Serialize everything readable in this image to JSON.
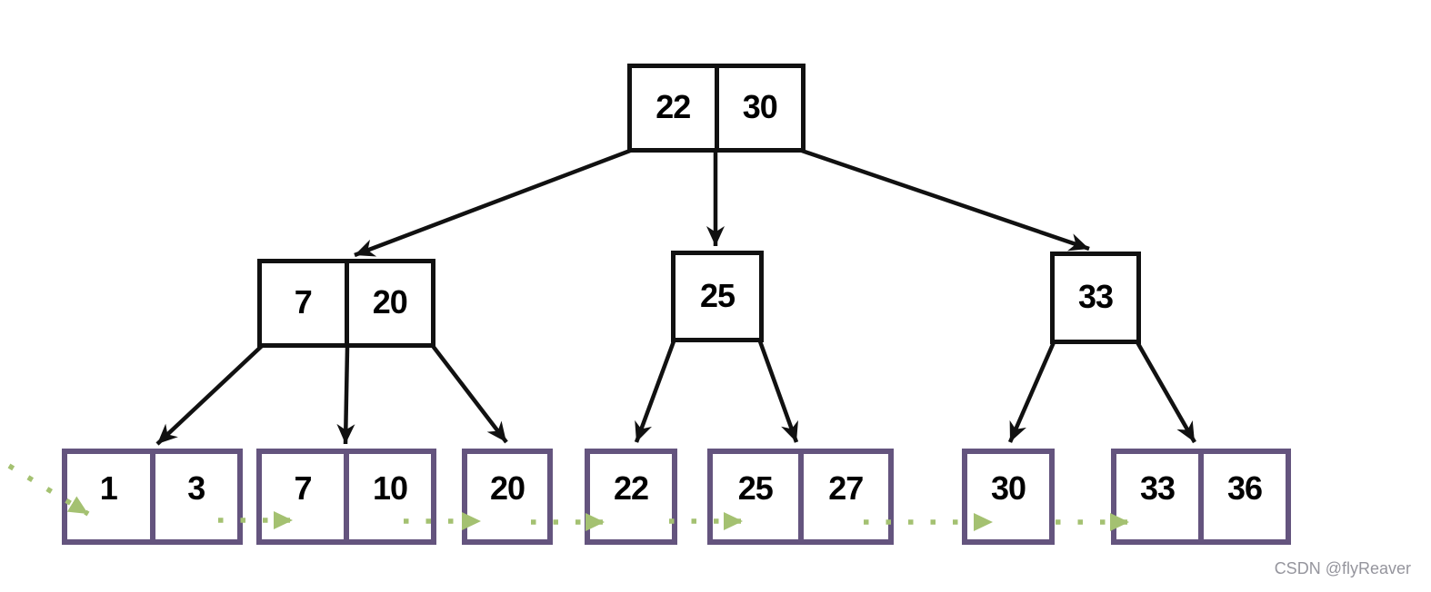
{
  "diagram_type": "b-plus-tree",
  "tree": {
    "root": {
      "keys": [
        "22",
        "30"
      ]
    },
    "internal_nodes": [
      {
        "keys": [
          "7",
          "20"
        ]
      },
      {
        "keys": [
          "25"
        ]
      },
      {
        "keys": [
          "33"
        ]
      }
    ],
    "leaf_nodes": [
      {
        "keys": [
          "1",
          "3"
        ]
      },
      {
        "keys": [
          "7",
          "10"
        ]
      },
      {
        "keys": [
          "20"
        ]
      },
      {
        "keys": [
          "22"
        ]
      },
      {
        "keys": [
          "25",
          "27"
        ]
      },
      {
        "keys": [
          "30"
        ]
      },
      {
        "keys": [
          "33",
          "36"
        ]
      }
    ]
  },
  "watermark": "CSDN @flyReaver",
  "colors": {
    "internal_border": "#111111",
    "leaf_border": "#64547E",
    "linked_list_arrow": "#A4C171",
    "watermark_text": "#95959D",
    "background": "#FFFFFF",
    "key_text": "#000000"
  }
}
